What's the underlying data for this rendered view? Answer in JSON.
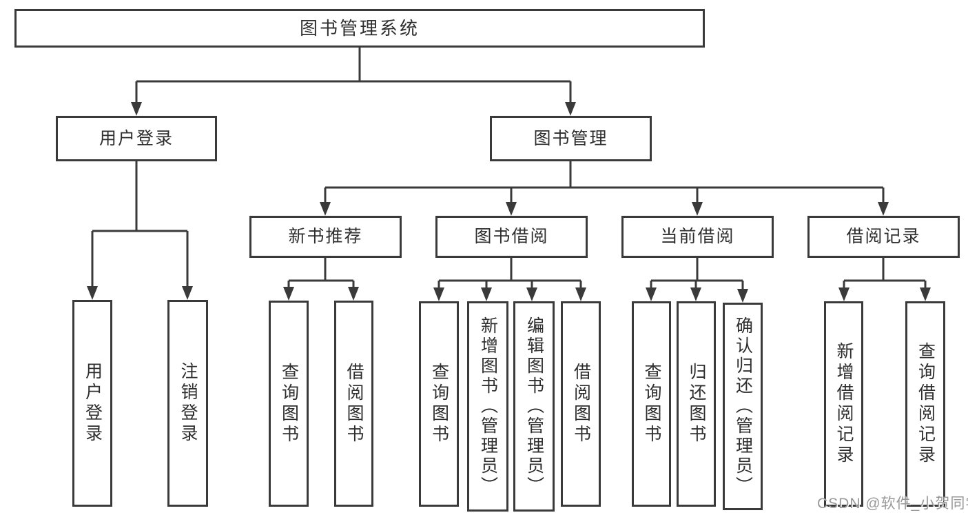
{
  "tree": {
    "label": "图书管理系统",
    "children": [
      {
        "label": "用户登录",
        "children": [
          {
            "label": "用户登录"
          },
          {
            "label": "注销登录"
          }
        ]
      },
      {
        "label": "图书管理",
        "children": [
          {
            "label": "新书推荐",
            "children": [
              {
                "label": "查询图书"
              },
              {
                "label": "借阅图书"
              }
            ]
          },
          {
            "label": "图书借阅",
            "children": [
              {
                "label": "查询图书"
              },
              {
                "label": "新增图书（管理员）"
              },
              {
                "label": "编辑图书（管理员）"
              },
              {
                "label": "借阅图书"
              }
            ]
          },
          {
            "label": "当前借阅",
            "children": [
              {
                "label": "查询图书"
              },
              {
                "label": "归还图书"
              },
              {
                "label": "确认归还（管理员）"
              }
            ]
          },
          {
            "label": "借阅记录",
            "children": [
              {
                "label": "新增借阅记录"
              },
              {
                "label": "查询借阅记录"
              }
            ]
          }
        ]
      }
    ]
  },
  "watermark": {
    "text": "CSDN @软件_小贺同学"
  },
  "colors": {
    "line": "#3a3a3a",
    "border": "#3a3a3a",
    "text": "#2e2e2e",
    "watermark": "#999999",
    "background": "#ffffff"
  }
}
